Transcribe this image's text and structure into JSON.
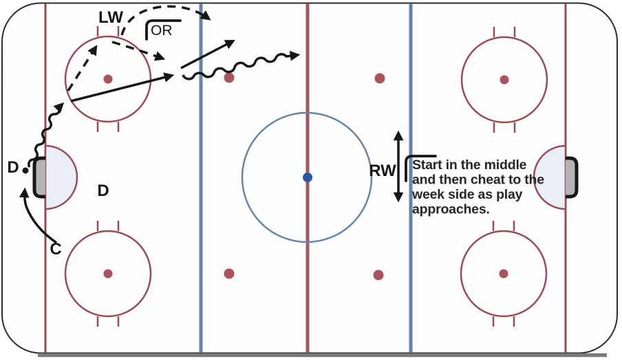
{
  "labels": {
    "lw": "LW",
    "or": "OR",
    "d_point": "D",
    "d_slot": "D",
    "c": "C",
    "rw": "RW"
  },
  "note": {
    "lines": [
      "Start in the middle",
      "and then cheat to the",
      "week side as play",
      "approaches."
    ]
  },
  "colors": {
    "rink_red": "#9a4a53",
    "center_red": "#a4565f",
    "blue_line": "#6484a8",
    "center_dot_blue": "#2b57a7",
    "dot_red": "#ab525c",
    "crease_fill": "#eaeff7",
    "net_fill": "#b4b4b4",
    "ink": "#161616",
    "text": "#262626",
    "board": "#2b2b2b",
    "shadow": "#7a7a7a",
    "ice": "#fdfdfd"
  }
}
